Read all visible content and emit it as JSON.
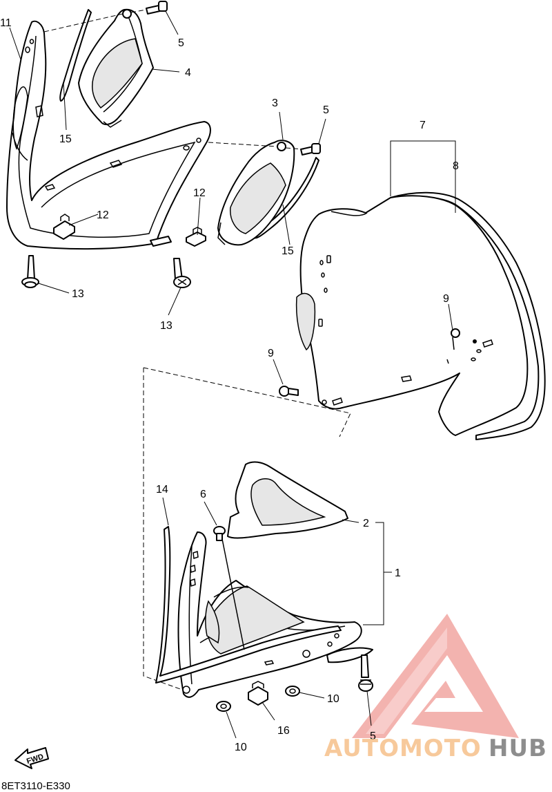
{
  "diagram_code": "8ET3110-E330",
  "fwd_label": "FWD",
  "callouts": {
    "c1": "1",
    "c2": "2",
    "c3": "3",
    "c4": "4",
    "c5a": "5",
    "c5b": "5",
    "c5c": "5",
    "c6": "6",
    "c7": "7",
    "c8": "8",
    "c9a": "9",
    "c9b": "9",
    "c10a": "10",
    "c10b": "10",
    "c11": "11",
    "c12a": "12",
    "c12b": "12",
    "c13a": "13",
    "c13b": "13",
    "c14": "14",
    "c15a": "15",
    "c15b": "15",
    "c16": "16"
  },
  "watermark": {
    "part1": "AUTOMOTO",
    "part2": "HUB",
    "color_logo": "#f2a6a2",
    "color_part1": "#f6c08a",
    "color_part2": "#7a7a7a"
  }
}
